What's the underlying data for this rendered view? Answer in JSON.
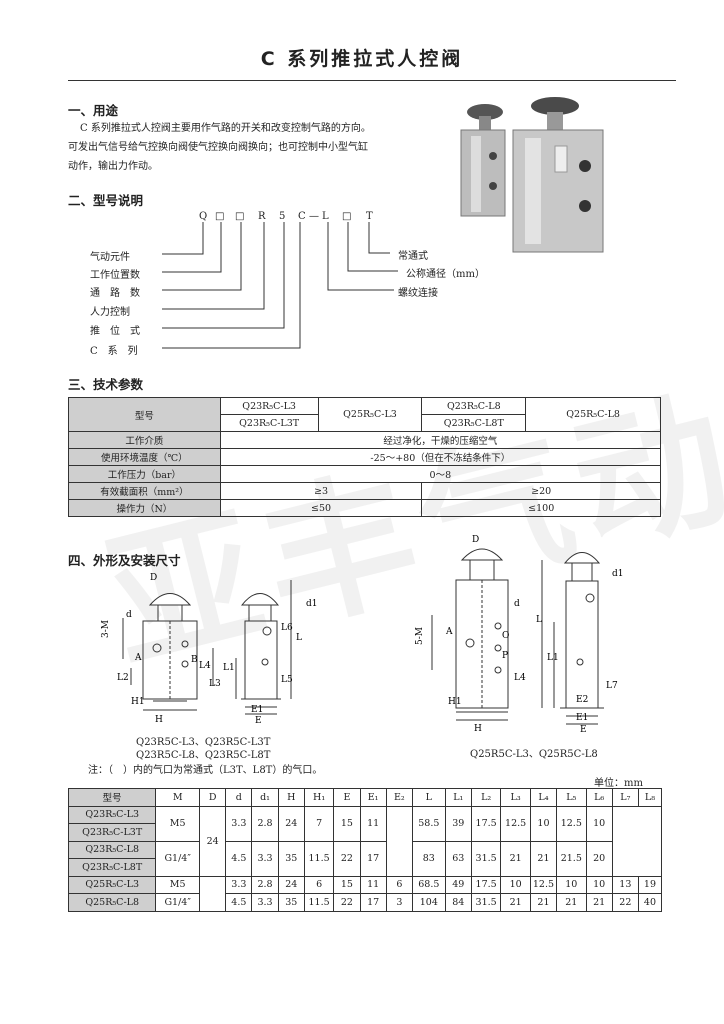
{
  "title": "C 系列推拉式人控阀",
  "sections": {
    "usage_heading": "一、用途",
    "usage_lines": [
      "C 系列推拉式人控阀主要用作气路的开关和改变控制气路的方向。",
      "可发出气信号给气控换向阀使气控换向阀换向；也可控制中小型气缸",
      "动作，输出力作动。"
    ],
    "model_heading": "二、型号说明",
    "tech_heading": "三、技术参数",
    "dims_heading": "四、外形及安装尺寸"
  },
  "model_code": {
    "letters": [
      "Q",
      "□",
      "□",
      "R",
      "5",
      "C",
      "—",
      "L",
      "□",
      "T"
    ],
    "left_labels": [
      "气动元件",
      "工作位置数",
      "通　路　数",
      "人力控制",
      "推　位　式",
      "C　系　列"
    ],
    "right_labels": [
      "常通式",
      "公称通径（mm）",
      "螺纹连接"
    ]
  },
  "tech_table": {
    "model_label": "型号",
    "col_a_top": "Q23R₅C-L3",
    "col_a_bottom": "Q23R₅C-L3T",
    "col_b": "Q25R₅C-L3",
    "col_c_top": "Q23R₅C-L8",
    "col_c_bottom": "Q23R₅C-L8T",
    "col_d": "Q25R₅C-L8",
    "rows": [
      {
        "label": "工作介质",
        "value": "经过净化，干燥的压缩空气"
      },
      {
        "label": "使用环境温度（℃）",
        "value": "-25～+80（但在不冻结条件下）"
      },
      {
        "label": "工作压力（bar）",
        "value": "0～8"
      }
    ],
    "area_label": "有效截面积（mm²）",
    "area_small": "≥3",
    "area_large": "≥20",
    "force_label": "操作力（N）",
    "force_small": "≤50",
    "force_large": "≤100"
  },
  "drawings": {
    "caption_left_1": "Q23R5C-L3、Q23R5C-L3T",
    "caption_left_2": "Q23R5C-L8、Q23R5C-L8T",
    "caption_right": "Q25R5C-L3、Q25R5C-L8",
    "note": "注：（　）内的气口为常通式（L3T、L8T）的气口。",
    "unit": "单位：mm",
    "labels": {
      "D": "D",
      "d": "d",
      "d1": "d1",
      "H": "H",
      "H1": "H1",
      "E": "E",
      "E1": "E1",
      "E2": "E2",
      "L": "L",
      "L1": "L1",
      "L2": "L2",
      "L3": "L3",
      "L4": "L4",
      "L5": "L5",
      "L6": "L6",
      "L7": "L7",
      "M3": "3-M",
      "M5": "5-M",
      "A": "A",
      "P": "P",
      "O": "O",
      "B": "B"
    }
  },
  "dims_table": {
    "headers": [
      "型号",
      "M",
      "D",
      "d",
      "d₁",
      "H",
      "H₁",
      "E",
      "E₁",
      "E₂",
      "L",
      "L₁",
      "L₂",
      "L₃",
      "L₄",
      "L₅",
      "L₆",
      "L₇",
      "L₈"
    ],
    "models": [
      "Q23R₅C-L3",
      "Q23R₅C-L3T",
      "Q23R₅C-L8",
      "Q23R₅C-L8T",
      "Q25R₅C-L3",
      "Q25R₅C-L8"
    ],
    "m_values": [
      "M5",
      "G1/4″",
      "M5",
      "G1/4″"
    ],
    "D_value": "24",
    "row_small": [
      "3.3",
      "2.8",
      "24",
      "7",
      "15",
      "11",
      "",
      "58.5",
      "39",
      "17.5",
      "12.5",
      "10",
      "12.5",
      "10"
    ],
    "row_large": [
      "4.5",
      "3.3",
      "35",
      "11.5",
      "22",
      "17",
      "",
      "83",
      "63",
      "31.5",
      "21",
      "21",
      "21.5",
      "20"
    ],
    "row_q25_l3": [
      "3.3",
      "2.8",
      "24",
      "6",
      "15",
      "11",
      "6",
      "68.5",
      "49",
      "17.5",
      "10",
      "12.5",
      "10",
      "10",
      "13",
      "19"
    ],
    "row_q25_l8": [
      "4.5",
      "3.3",
      "35",
      "11.5",
      "22",
      "17",
      "3",
      "104",
      "84",
      "31.5",
      "21",
      "21",
      "21",
      "21",
      "22",
      "40"
    ]
  }
}
